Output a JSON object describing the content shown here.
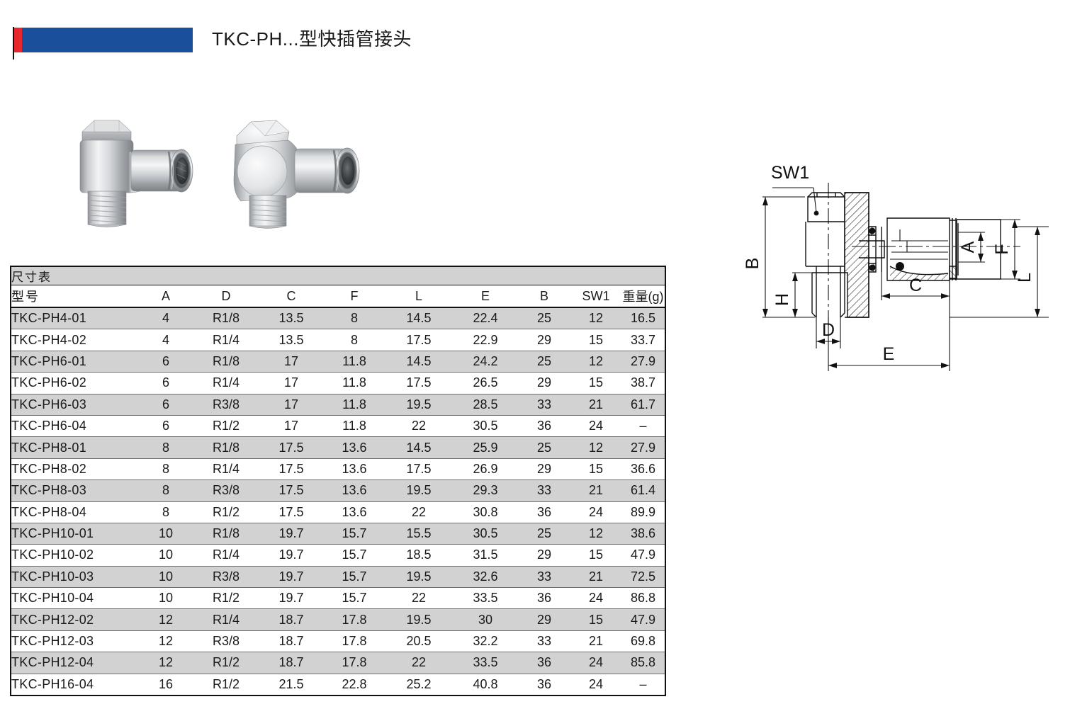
{
  "header": {
    "title": "TKC-PH...型快插管接头",
    "accent_red": "#e8272c",
    "accent_blue": "#1a4f9c"
  },
  "photos": [
    {
      "name": "product-photo-elbow-front",
      "alt": "TKC-PH elbow push-in fitting, front view"
    },
    {
      "name": "product-photo-elbow-angled",
      "alt": "TKC-PH elbow push-in fitting, angled view"
    }
  ],
  "table": {
    "caption": "尺寸表",
    "columns": [
      "型号",
      "A",
      "D",
      "C",
      "F",
      "L",
      "E",
      "B",
      "SW1",
      "重量(g)"
    ],
    "rows": [
      [
        "TKC-PH4-01",
        "4",
        "R1/8",
        "13.5",
        "8",
        "14.5",
        "22.4",
        "25",
        "12",
        "16.5"
      ],
      [
        "TKC-PH4-02",
        "4",
        "R1/4",
        "13.5",
        "8",
        "17.5",
        "22.9",
        "29",
        "15",
        "33.7"
      ],
      [
        "TKC-PH6-01",
        "6",
        "R1/8",
        "17",
        "11.8",
        "14.5",
        "24.2",
        "25",
        "12",
        "27.9"
      ],
      [
        "TKC-PH6-02",
        "6",
        "R1/4",
        "17",
        "11.8",
        "17.5",
        "26.5",
        "29",
        "15",
        "38.7"
      ],
      [
        "TKC-PH6-03",
        "6",
        "R3/8",
        "17",
        "11.8",
        "19.5",
        "28.5",
        "33",
        "21",
        "61.7"
      ],
      [
        "TKC-PH6-04",
        "6",
        "R1/2",
        "17",
        "11.8",
        "22",
        "30.5",
        "36",
        "24",
        "–"
      ],
      [
        "TKC-PH8-01",
        "8",
        "R1/8",
        "17.5",
        "13.6",
        "14.5",
        "25.9",
        "25",
        "12",
        "27.9"
      ],
      [
        "TKC-PH8-02",
        "8",
        "R1/4",
        "17.5",
        "13.6",
        "17.5",
        "26.9",
        "29",
        "15",
        "36.6"
      ],
      [
        "TKC-PH8-03",
        "8",
        "R3/8",
        "17.5",
        "13.6",
        "19.5",
        "29.3",
        "33",
        "21",
        "61.4"
      ],
      [
        "TKC-PH8-04",
        "8",
        "R1/2",
        "17.5",
        "13.6",
        "22",
        "30.8",
        "36",
        "24",
        "89.9"
      ],
      [
        "TKC-PH10-01",
        "10",
        "R1/8",
        "19.7",
        "15.7",
        "15.5",
        "30.5",
        "25",
        "12",
        "38.6"
      ],
      [
        "TKC-PH10-02",
        "10",
        "R1/4",
        "19.7",
        "15.7",
        "18.5",
        "31.5",
        "29",
        "15",
        "47.9"
      ],
      [
        "TKC-PH10-03",
        "10",
        "R3/8",
        "19.7",
        "15.7",
        "19.5",
        "32.6",
        "33",
        "21",
        "72.5"
      ],
      [
        "TKC-PH10-04",
        "10",
        "R1/2",
        "19.7",
        "15.7",
        "22",
        "33.5",
        "36",
        "24",
        "86.8"
      ],
      [
        "TKC-PH12-02",
        "12",
        "R1/4",
        "18.7",
        "17.8",
        "19.5",
        "30",
        "29",
        "15",
        "47.9"
      ],
      [
        "TKC-PH12-03",
        "12",
        "R3/8",
        "18.7",
        "17.8",
        "20.5",
        "32.2",
        "33",
        "21",
        "69.8"
      ],
      [
        "TKC-PH12-04",
        "12",
        "R1/2",
        "18.7",
        "17.8",
        "22",
        "33.5",
        "36",
        "24",
        "85.8"
      ],
      [
        "TKC-PH16-04",
        "16",
        "R1/2",
        "21.5",
        "22.8",
        "25.2",
        "40.8",
        "36",
        "24",
        "–"
      ]
    ]
  },
  "drawing": {
    "labels": {
      "sw1": "SW1",
      "b": "B",
      "h": "H",
      "d": "D",
      "e": "E",
      "c": "C",
      "a": "A",
      "f": "F",
      "l": "L"
    }
  }
}
